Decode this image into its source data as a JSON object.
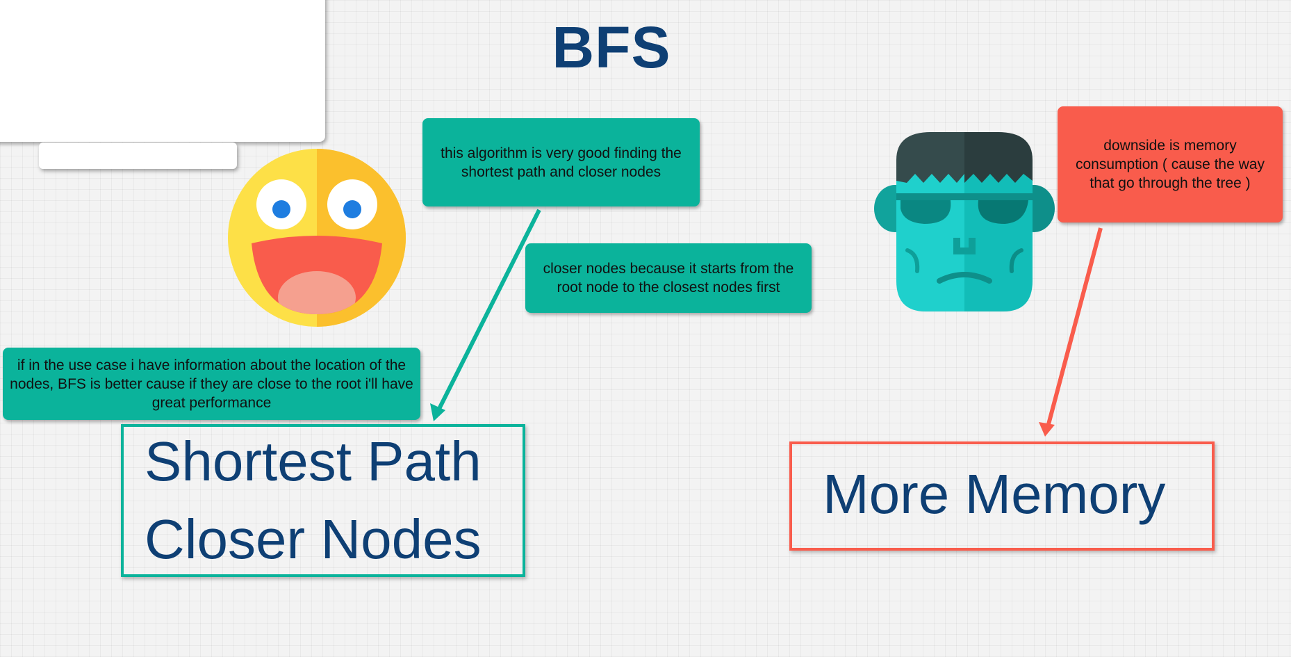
{
  "title": "BFS",
  "notes": {
    "algorithm": "this algorithm is very good finding the shortest path and closer nodes",
    "closer": "closer nodes because it starts from the root node to the closest nodes first",
    "use_case": "if in the use case i have information about the location of the nodes, BFS is better cause if they are close to the root i'll have great performance",
    "downside": "downside is memory consumption ( cause the way that go through the tree )"
  },
  "advantages": {
    "line1": "Shortest Path",
    "line2": "Closer Nodes"
  },
  "disadvantage": "More Memory",
  "icons": {
    "happy": "laughing-face-icon",
    "monster": "frankenstein-face-icon"
  },
  "colors": {
    "teal": "#0bb39b",
    "coral": "#f95c4c",
    "navy": "#0e3f74"
  }
}
